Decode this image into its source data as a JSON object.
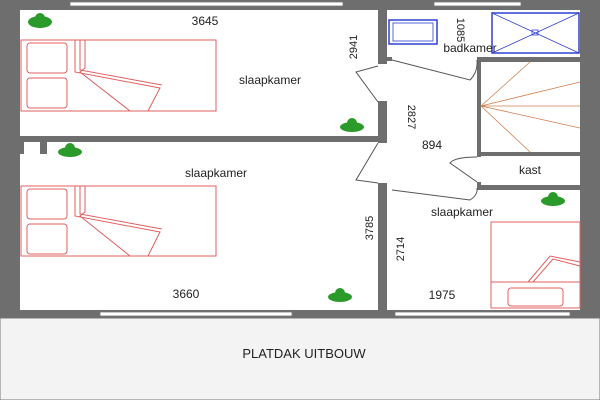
{
  "rooms": {
    "bedroom_top": {
      "label": "slaapkamer",
      "width_dim": "3645",
      "depth_dim": "2941"
    },
    "bedroom_middle": {
      "label": "slaapkamer",
      "width_dim": "3660",
      "depth_dim": "3785"
    },
    "bedroom_right": {
      "label": "slaapkamer",
      "width_dim": "1975",
      "depth_dim": "2714"
    },
    "bathroom": {
      "label": "badkamer",
      "dim": "1085"
    },
    "hallway": {
      "width_dim": "894",
      "length_dim": "2827"
    },
    "closet": {
      "label": "kast"
    },
    "roof": {
      "label": "PLATDAK UITBOUW"
    }
  },
  "colors": {
    "wall": "#6e6e6e",
    "furniture": "#e06060",
    "sanitary": "#3040d0",
    "stairs": "#d08050",
    "plant": "#2a9a2a",
    "roof_bg": "#f3f3f3"
  }
}
